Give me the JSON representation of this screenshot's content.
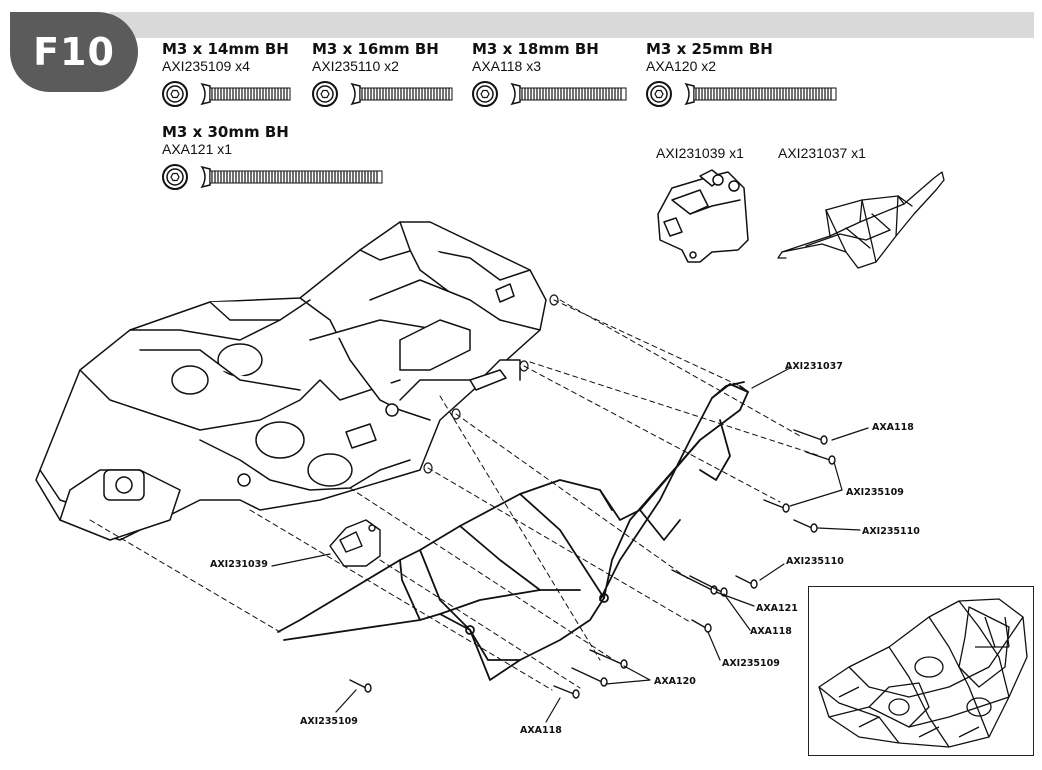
{
  "step": {
    "label": "F10"
  },
  "hardware": [
    {
      "title": "M3 x 14mm BH",
      "code": "AXI235109 x4"
    },
    {
      "title": "M3 x 16mm BH",
      "code": "AXI235110 x2"
    },
    {
      "title": "M3 x 18mm BH",
      "code": "AXA118 x3"
    },
    {
      "title": "M3 x 25mm BH",
      "code": "AXA120 x2"
    },
    {
      "title": "M3 x 30mm BH",
      "code": "AXA121 x1"
    }
  ],
  "kit_parts": [
    {
      "label": "AXI231039 x1"
    },
    {
      "label": "AXI231037 x1"
    }
  ],
  "callouts": [
    {
      "text": "AXI231037"
    },
    {
      "text": "AXA118"
    },
    {
      "text": "AXI235109"
    },
    {
      "text": "AXI235110"
    },
    {
      "text": "AXI235110"
    },
    {
      "text": "AXA121"
    },
    {
      "text": "AXA118"
    },
    {
      "text": "AXI235109"
    },
    {
      "text": "AXA120"
    },
    {
      "text": "AXI231039"
    },
    {
      "text": "AXI235109"
    },
    {
      "text": "AXA118"
    }
  ],
  "colors": {
    "badge": "#5b5b5b",
    "header_bar": "#d9d9d9",
    "line": "#111111"
  }
}
